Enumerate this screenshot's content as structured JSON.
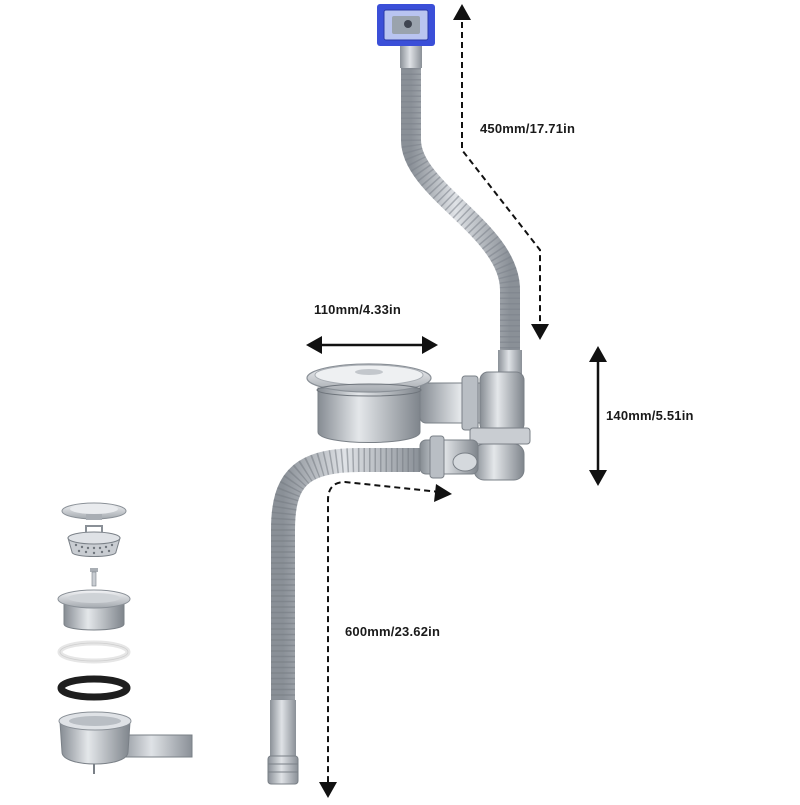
{
  "dimensions": {
    "overflow_pipe_length": "450mm/17.71in",
    "strainer_diameter": "110mm/4.33in",
    "outlet_height": "140mm/5.51in",
    "drain_hose_length": "600mm/23.62in"
  },
  "colors": {
    "metal_light": "#d6d9dd",
    "metal_mid": "#a9aeb4",
    "metal_dark": "#7d838a",
    "overflow_plate": "#3b4fd8",
    "gasket_black": "#1e1e1e",
    "gasket_white": "#f2f2f2",
    "arrow": "#111111"
  },
  "exploded_parts": [
    "strainer-cap",
    "strainer-basket",
    "screw",
    "strainer-body",
    "white-gasket",
    "black-gasket",
    "drain-bowl-with-outlet"
  ]
}
